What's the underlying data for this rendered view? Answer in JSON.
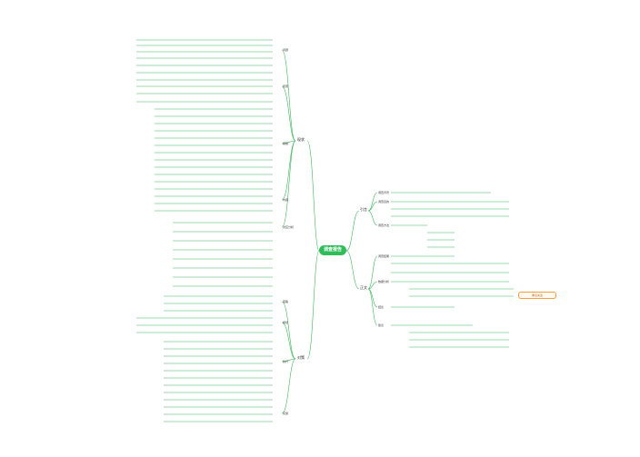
{
  "root": {
    "label": "调查报告"
  },
  "nodes": [
    {
      "id": "L1",
      "label": "现状"
    },
    {
      "id": "L2",
      "label": "对策"
    },
    {
      "id": "R1",
      "label": "引言"
    },
    {
      "id": "R2",
      "label": "正文"
    },
    {
      "id": "L1a",
      "label": "问题"
    },
    {
      "id": "L1b",
      "label": "原因"
    },
    {
      "id": "L1c",
      "label": "措施"
    },
    {
      "id": "L1d",
      "label": "内容"
    },
    {
      "id": "L1e",
      "label": "对应分析"
    },
    {
      "id": "L2a",
      "label": "思路"
    },
    {
      "id": "L2b",
      "label": "规划"
    },
    {
      "id": "L2c",
      "label": "执行"
    },
    {
      "id": "L2d",
      "label": "实施"
    },
    {
      "id": "R1a",
      "label": "调查背景"
    },
    {
      "id": "R1b",
      "label": "调查目的"
    },
    {
      "id": "R1c",
      "label": "调查方法"
    },
    {
      "id": "R2a",
      "label": "调查结果"
    },
    {
      "id": "R2b",
      "label": "数据分析"
    },
    {
      "id": "R2c",
      "label": "结论"
    },
    {
      "id": "R2d",
      "label": "建议"
    },
    {
      "id": "note",
      "label": "重点关注"
    }
  ]
}
